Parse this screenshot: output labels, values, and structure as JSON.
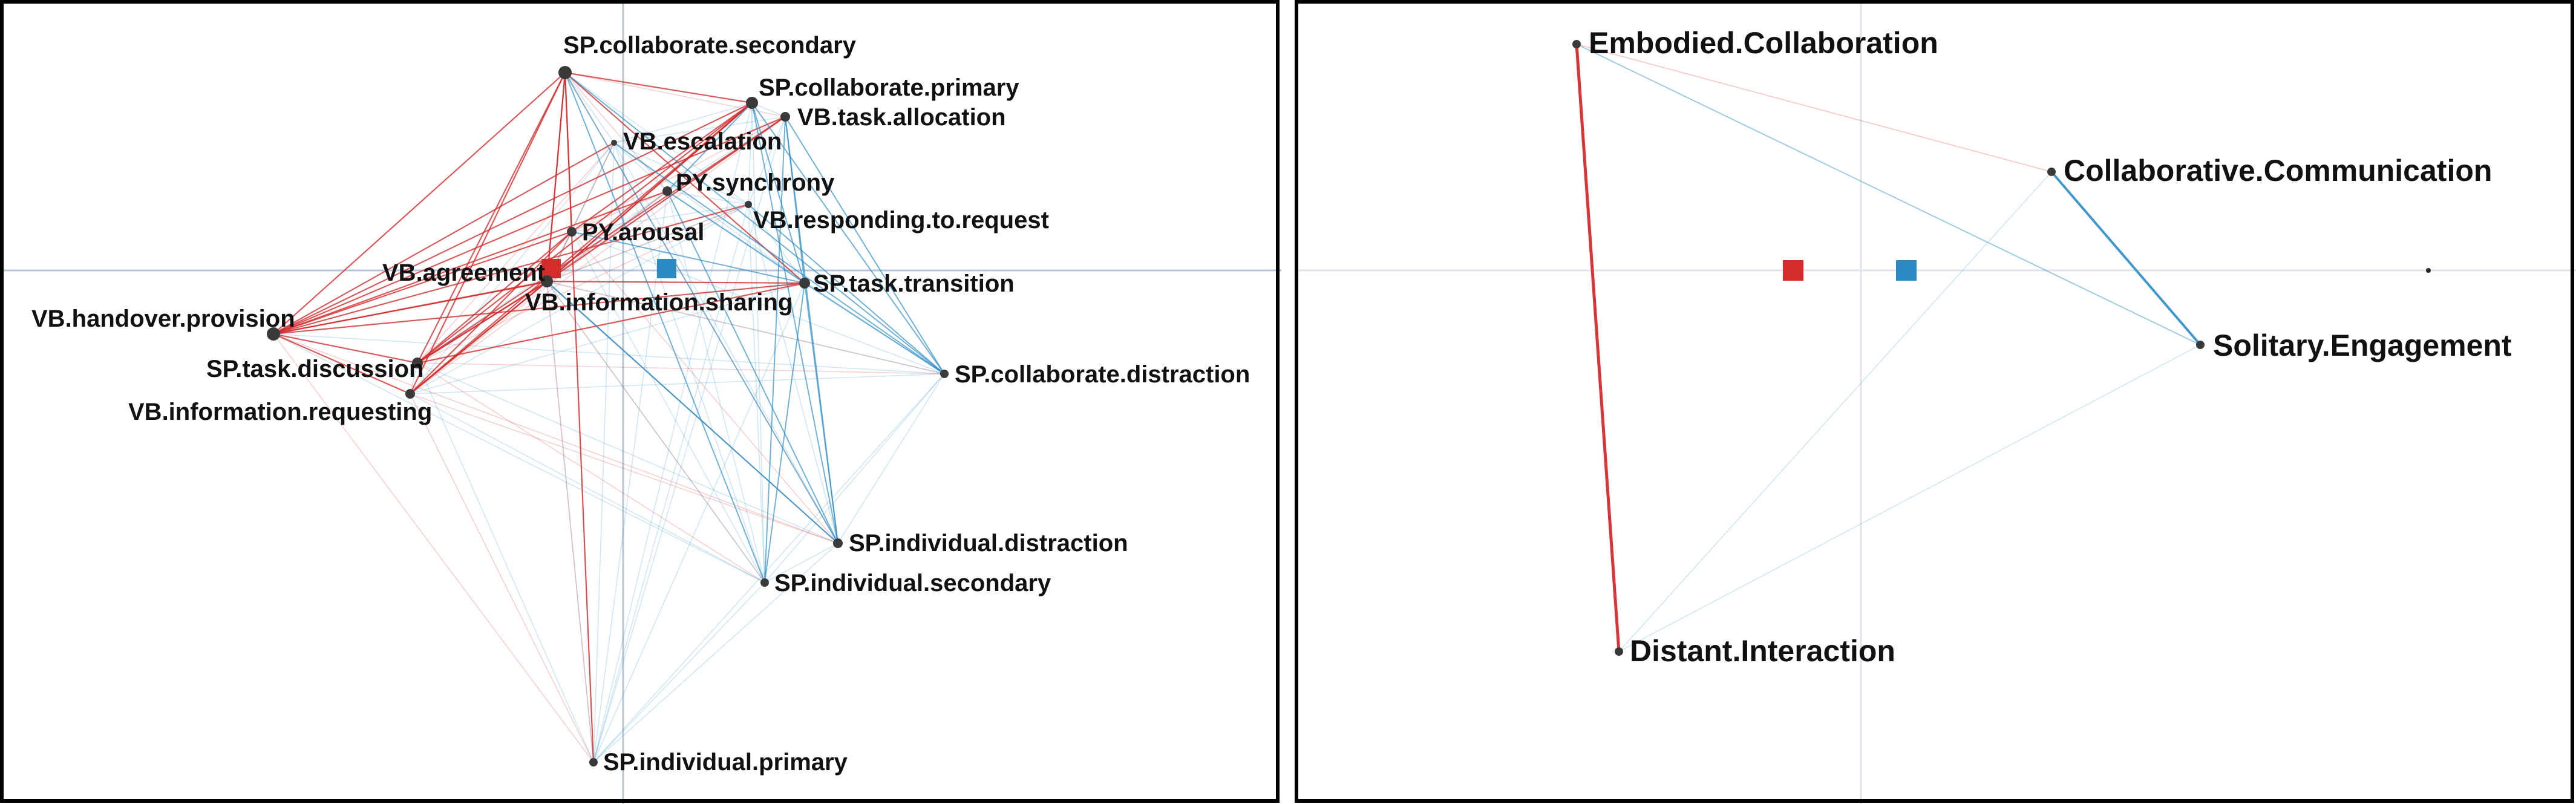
{
  "colors": {
    "red": "#d62b2b",
    "blue": "#2b8cc4",
    "node": "#3a3a3a",
    "axis": "#b8c4d4",
    "frame": "#000000"
  },
  "left_panel": {
    "nodes": [
      {
        "id": "collab_secondary",
        "label": "SP.collaborate.secondary"
      },
      {
        "id": "collab_primary",
        "label": "SP.collaborate.primary"
      },
      {
        "id": "task_allocation",
        "label": "VB.task.allocation"
      },
      {
        "id": "escalation",
        "label": "VB.escalation"
      },
      {
        "id": "synchrony",
        "label": "PY.synchrony"
      },
      {
        "id": "responding",
        "label": "VB.responding.to.request"
      },
      {
        "id": "arousal",
        "label": "PY.arousal"
      },
      {
        "id": "agreement",
        "label": "VB.agreement"
      },
      {
        "id": "info_sharing",
        "label": "VB.information.sharing"
      },
      {
        "id": "task_transition",
        "label": "SP.task.transition"
      },
      {
        "id": "handover",
        "label": "VB.handover.provision"
      },
      {
        "id": "task_discussion",
        "label": "SP.task.discussion"
      },
      {
        "id": "info_requesting",
        "label": "VB.information.requesting"
      },
      {
        "id": "collab_distraction",
        "label": "SP.collaborate.distraction"
      },
      {
        "id": "ind_distraction",
        "label": "SP.individual.distraction"
      },
      {
        "id": "ind_secondary",
        "label": "SP.individual.secondary"
      },
      {
        "id": "ind_primary",
        "label": "SP.individual.primary"
      }
    ],
    "centroids": [
      {
        "group": "red"
      },
      {
        "group": "blue"
      }
    ]
  },
  "right_panel": {
    "nodes": [
      {
        "id": "embodied",
        "label": "Embodied.Collaboration"
      },
      {
        "id": "collab_comm",
        "label": "Collaborative.Communication"
      },
      {
        "id": "solitary",
        "label": "Solitary.Engagement"
      },
      {
        "id": "distant",
        "label": "Distant.Interaction"
      }
    ],
    "centroids": [
      {
        "group": "red"
      },
      {
        "group": "blue"
      }
    ]
  }
}
